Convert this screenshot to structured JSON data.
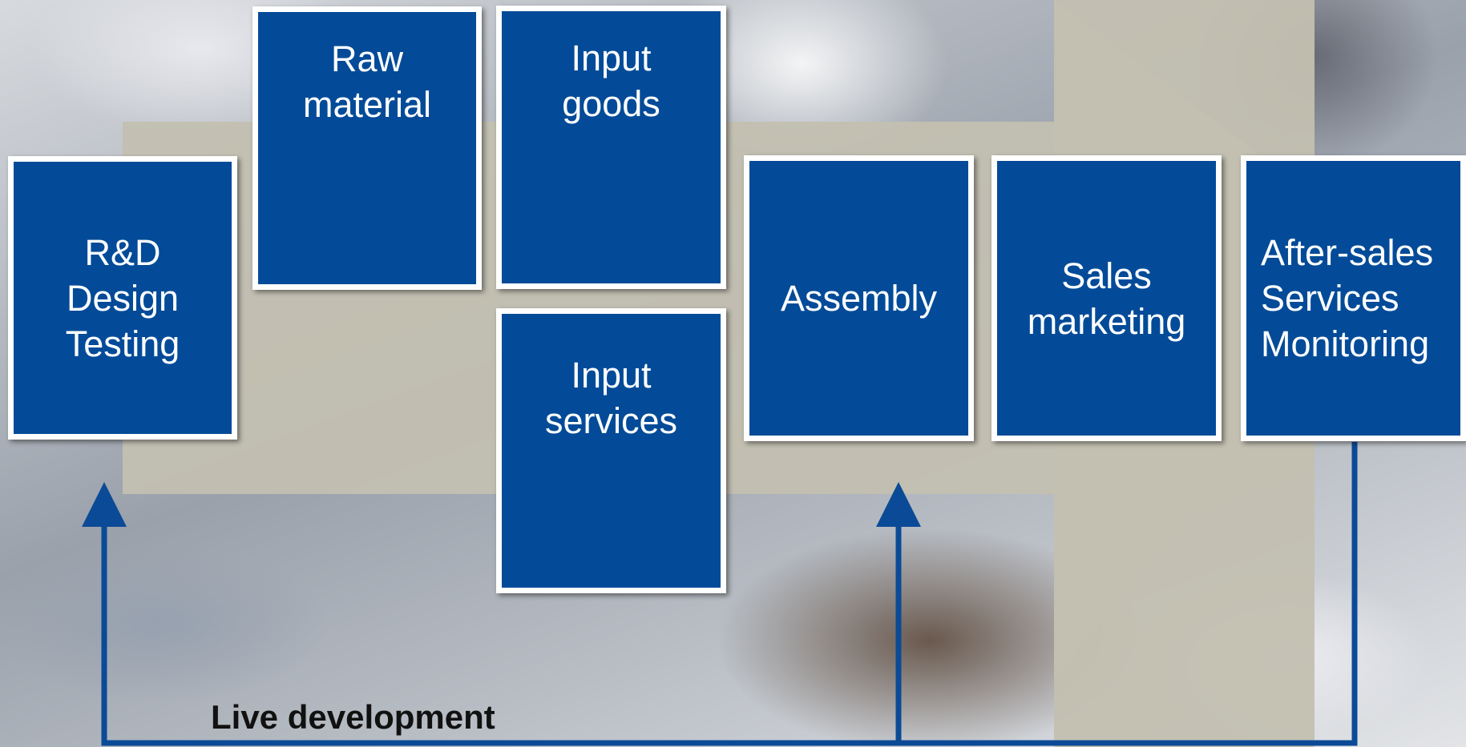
{
  "colors": {
    "box_fill": "#034b98",
    "box_border": "#ffffff",
    "arrow_fill": "#c3c0b1",
    "line": "#0b4a96"
  },
  "boxes": {
    "rd": "R&D\nDesign\nTesting",
    "raw": "Raw\nmaterial",
    "input_goods": "Input\ngoods",
    "input_services": "Input\nservices",
    "assembly": "Assembly",
    "sales": "Sales\nmarketing",
    "after_sales": "After-sales\nServices\nMonitoring"
  },
  "caption": "Live development"
}
